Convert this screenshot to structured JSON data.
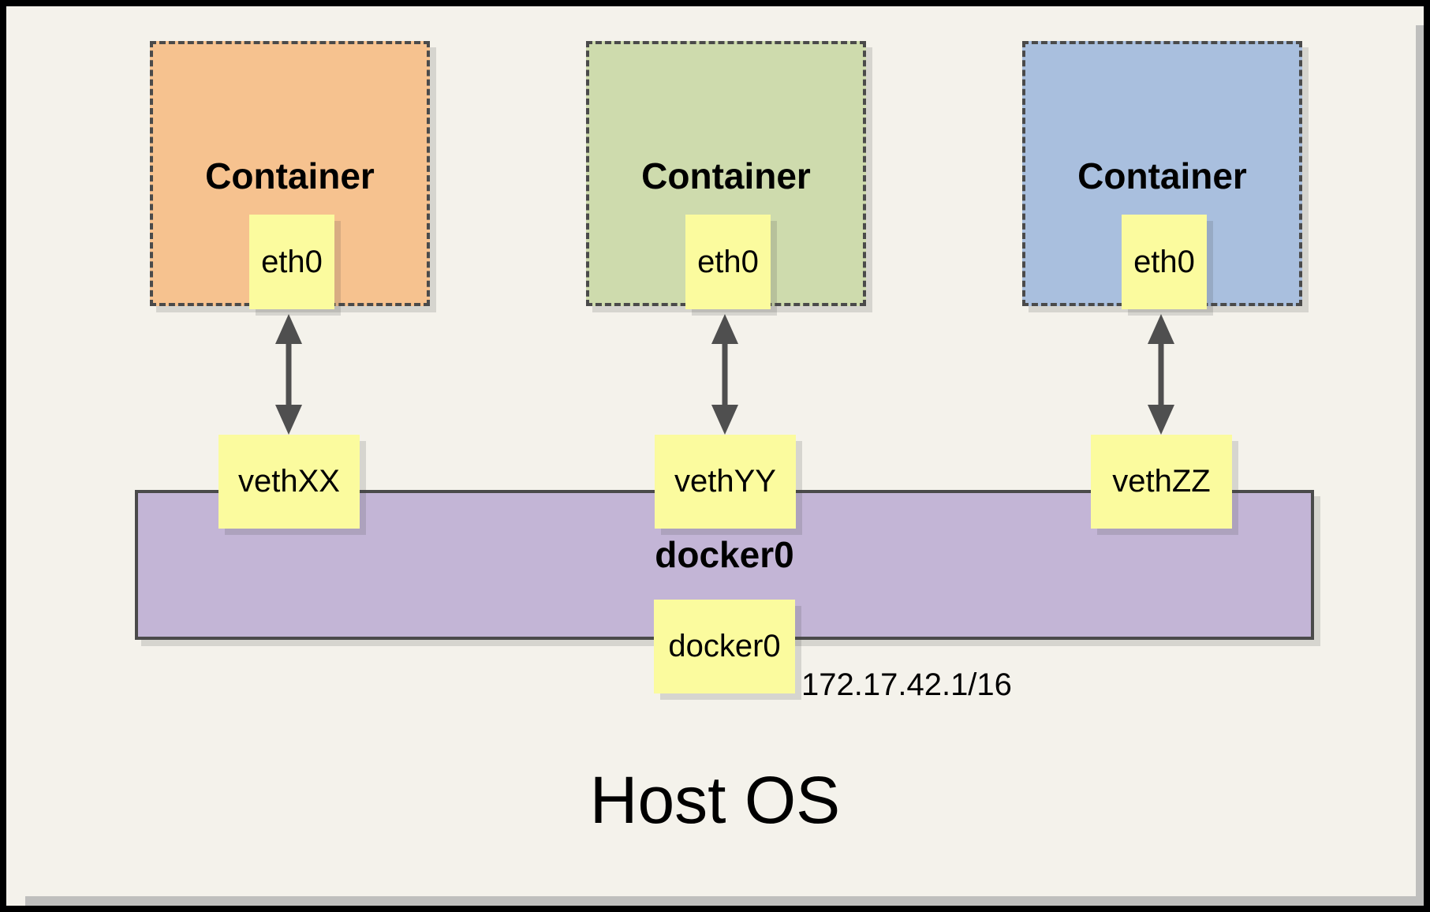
{
  "diagram": {
    "host": {
      "label": "Host OS"
    },
    "containers": [
      {
        "label": "Container",
        "interface": "eth0",
        "veth": "vethXX",
        "fill": "#F6C28F"
      },
      {
        "label": "Container",
        "interface": "eth0",
        "veth": "vethYY",
        "fill": "#CEDBAD"
      },
      {
        "label": "Container",
        "interface": "eth0",
        "veth": "vethZZ",
        "fill": "#A9BFDE"
      }
    ],
    "bridge": {
      "title": "docker0",
      "interface": "docker0",
      "ip": "172.17.42.1/16",
      "fill": "#C3B5D6"
    },
    "colors": {
      "background": "#F4F2EB",
      "note_yellow": "#FBFB9E",
      "border_dark": "#4A4A4A",
      "arrow": "#4F4F4F",
      "frame": "#000000"
    }
  }
}
